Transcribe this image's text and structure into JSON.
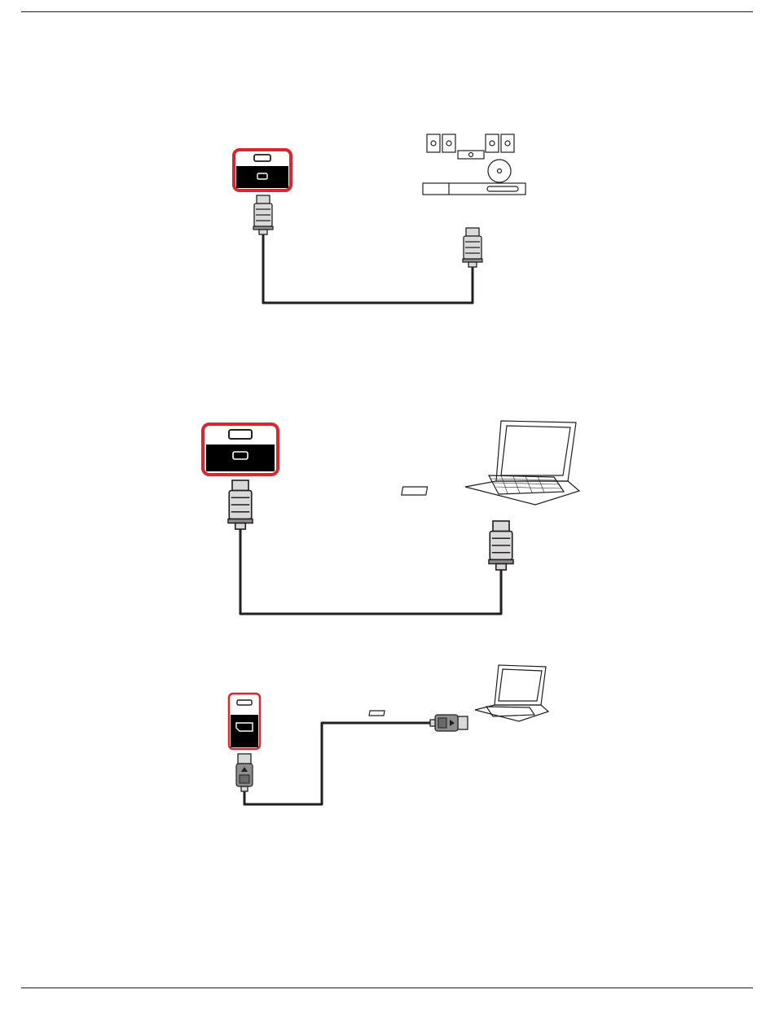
{
  "page": {
    "header_rule": "header-divider",
    "footer_rule": "footer-divider"
  },
  "diagrams": [
    {
      "name": "hdmi-arc-to-audio-system",
      "source_port": "hdmi-port-icon",
      "destination": "audio-system-icon",
      "cable": "hdmi-cable"
    },
    {
      "name": "hdmi-in-from-laptop",
      "source_port": "hdmi-port-icon",
      "destination": "laptop-icon",
      "cable": "hdmi-cable"
    },
    {
      "name": "displayport-in-from-laptop",
      "source_port": "displayport-port-icon",
      "destination": "laptop-icon",
      "cable": "displayport-cable"
    }
  ],
  "colors": {
    "highlight": "#d7282f",
    "line": "#231f20",
    "port_fill": "#000000"
  }
}
